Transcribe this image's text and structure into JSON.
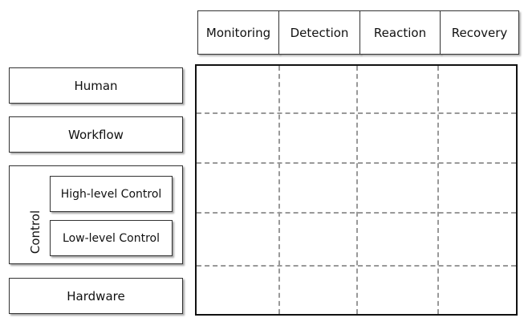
{
  "columns": [
    "Monitoring",
    "Detection",
    "Reaction",
    "Recovery"
  ],
  "layers": {
    "human": "Human",
    "workflow": "Workflow",
    "control": {
      "label": "Control",
      "high": "High-level Control",
      "low": "Low-level Control"
    },
    "hardware": "Hardware"
  }
}
